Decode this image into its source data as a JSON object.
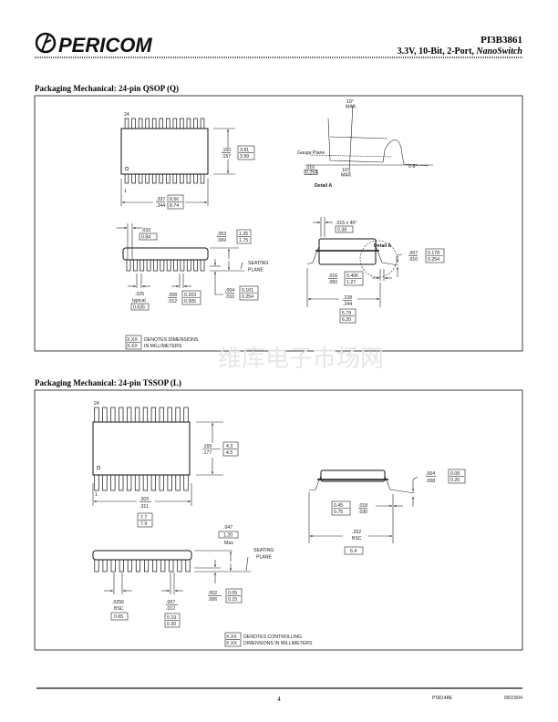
{
  "header": {
    "logo": "PERICOM",
    "part_number": "PI3B3861",
    "description": "3.3V, 10-Bit, 2-Port, ",
    "description_italic": "NanoSwitch"
  },
  "qsop": {
    "title": "Packaging Mechanical: 24-pin QSOP (Q)",
    "pin_top": "24",
    "pin_bottom": "1",
    "height_in": [
      ".150",
      ".157"
    ],
    "height_mm": [
      "3.81",
      "3.99"
    ],
    "length_in": [
      ".337",
      ".344"
    ],
    "length_mm": [
      "8.56",
      "8.74"
    ],
    "lead_offset_in": ".033",
    "lead_offset_mm": "0.84",
    "thickness_in": [
      ".053",
      ".069"
    ],
    "thickness_mm": [
      "1.35",
      "1.75"
    ],
    "seating_plane": [
      "SEATING",
      "PLANE"
    ],
    "pitch_in": ".025",
    "pitch_note": "typical",
    "pitch_mm": "0.635",
    "lead_width_in": [
      ".008",
      ".012"
    ],
    "lead_width_mm": [
      "0.203",
      "0.305"
    ],
    "standoff_in": [
      ".004",
      ".010"
    ],
    "standoff_mm": [
      "0.101",
      "0.254"
    ],
    "chamfer_in": ".015 x 45°",
    "chamfer_mm": "0.38",
    "detail_label": "Detail A",
    "detail_callout": "Detail A",
    "foot_in": [
      ".016",
      ".050"
    ],
    "foot_mm": [
      "0.406",
      "1.27"
    ],
    "lead_thick_in": [
      ".007",
      ".010"
    ],
    "lead_thick_mm": [
      "0.178",
      "0.254"
    ],
    "span_in": [
      ".228",
      ".244"
    ],
    "span_mm": [
      "5.79",
      "6.20"
    ],
    "detail_a": {
      "angle_top": [
        "10°",
        "MAX."
      ],
      "angle_bottom": [
        "10°",
        "MAX."
      ],
      "gauge_plane": "Gauge Plane",
      "gauge_in": ".010",
      "gauge_mm": "0.254",
      "angle_right": "0-8°"
    },
    "legend_box": "X.XX",
    "legend_text": [
      "DENOTES DIMENSIONS",
      "IN MILLIMETERS"
    ]
  },
  "watermark": "维库电子市场网",
  "tssop": {
    "title": "Packaging Mechanical: 24-pin TSSOP (L)",
    "pin_top": "24",
    "pin_bottom": "1",
    "height_in": [
      ".169",
      ".177"
    ],
    "height_mm": [
      "4.3",
      "4.5"
    ],
    "length_in": [
      ".303",
      ".311"
    ],
    "length_mm": [
      "7.7",
      "7.9"
    ],
    "thickness_in": ".047",
    "thickness_mm": "1.20",
    "thickness_note": "Max",
    "seating_plane": [
      "SEATING",
      "PLANE"
    ],
    "pitch_in": ".0256",
    "pitch_note": "BSC",
    "pitch_mm": "0.65",
    "lead_width_in": [
      ".007",
      ".012"
    ],
    "lead_width_mm": [
      "0.19",
      "0.30"
    ],
    "standoff_in": [
      ".002",
      ".006"
    ],
    "standoff_mm": [
      "0.05",
      "0.15"
    ],
    "lead_thick_in": [
      ".004",
      ".008"
    ],
    "lead_thick_mm": [
      "0.09",
      "0.20"
    ],
    "foot_mm": [
      "0.45",
      "0.75"
    ],
    "foot_in": [
      ".018",
      ".030"
    ],
    "span_in": ".252",
    "span_note": "BSC",
    "span_mm": "6.4",
    "legend_box": "X.XX",
    "legend_text": [
      "DENOTES CONTROLLING",
      "DIMENSIONS IN MILLIMETERS"
    ]
  },
  "footer": {
    "page": "4",
    "doc_id": "PS8148E",
    "date": "09/23/04"
  }
}
